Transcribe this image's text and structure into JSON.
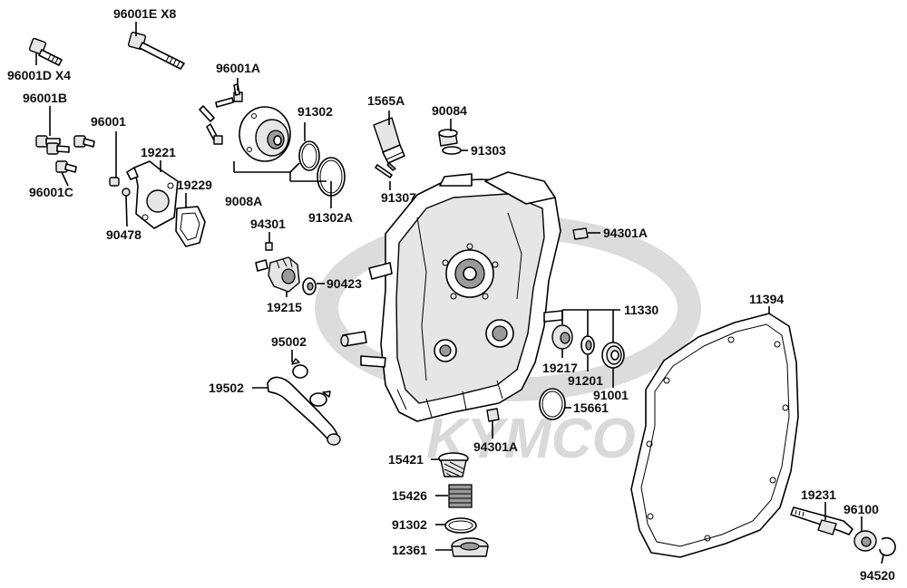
{
  "watermark": {
    "brand": "KYMCO"
  },
  "parts": [
    {
      "id": "p1",
      "label": "96001E  X8"
    },
    {
      "id": "p2",
      "label": "96001D  X4"
    },
    {
      "id": "p3",
      "label": "96001B"
    },
    {
      "id": "p4",
      "label": "96001"
    },
    {
      "id": "p5",
      "label": "96001C"
    },
    {
      "id": "p6",
      "label": "90478"
    },
    {
      "id": "p7",
      "label": "19221"
    },
    {
      "id": "p8",
      "label": "19229"
    },
    {
      "id": "p9",
      "label": "96001A"
    },
    {
      "id": "p10",
      "label": "91302"
    },
    {
      "id": "p11",
      "label": "9008A"
    },
    {
      "id": "p12",
      "label": "91302A"
    },
    {
      "id": "p13",
      "label": "1565A"
    },
    {
      "id": "p14",
      "label": "91307"
    },
    {
      "id": "p15",
      "label": "90084"
    },
    {
      "id": "p16",
      "label": "91303"
    },
    {
      "id": "p17",
      "label": "94301A"
    },
    {
      "id": "p18",
      "label": "94301"
    },
    {
      "id": "p19",
      "label": "90423"
    },
    {
      "id": "p20",
      "label": "19215"
    },
    {
      "id": "p21",
      "label": "95002"
    },
    {
      "id": "p22",
      "label": "19502"
    },
    {
      "id": "p23",
      "label": "11330"
    },
    {
      "id": "p24",
      "label": "19217"
    },
    {
      "id": "p25",
      "label": "91201"
    },
    {
      "id": "p26",
      "label": "91001"
    },
    {
      "id": "p27",
      "label": "15661"
    },
    {
      "id": "p28",
      "label": "94301A"
    },
    {
      "id": "p29",
      "label": "11394"
    },
    {
      "id": "p30",
      "label": "15421"
    },
    {
      "id": "p31",
      "label": "15426"
    },
    {
      "id": "p32",
      "label": "91302"
    },
    {
      "id": "p33",
      "label": "12361"
    },
    {
      "id": "p34",
      "label": "19231"
    },
    {
      "id": "p35",
      "label": "96100"
    },
    {
      "id": "p36",
      "label": "94520"
    }
  ]
}
